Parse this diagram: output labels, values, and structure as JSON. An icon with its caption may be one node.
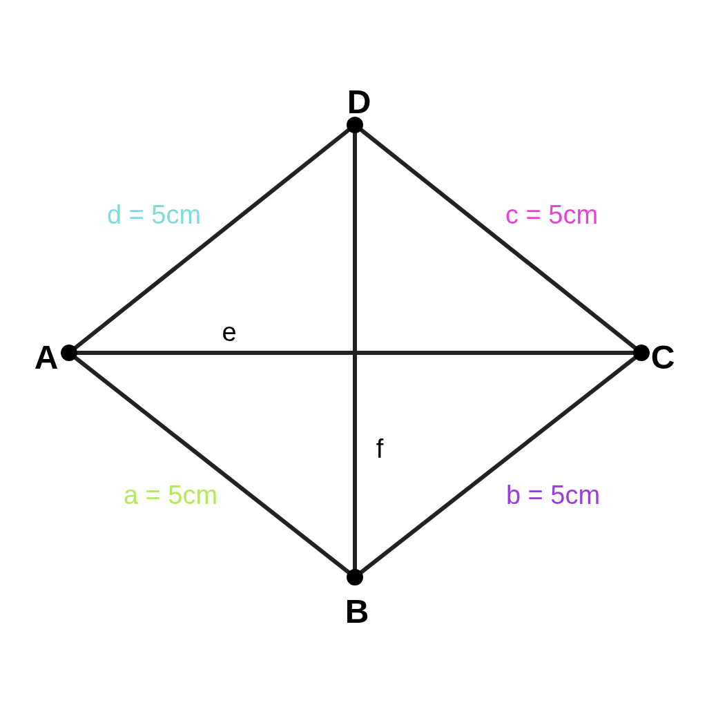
{
  "diagram": {
    "nodes": [
      {
        "text": [],
        "shape": "circle",
        "beside": [
          "D"
        ]
      },
      {
        "text": [],
        "shape": "circle",
        "beside": [
          "A"
        ]
      },
      {
        "text": [],
        "shape": "circle",
        "beside": [
          "C"
        ]
      },
      {
        "text": [],
        "shape": "circle",
        "beside": [
          "B"
        ]
      }
    ],
    "edges": [
      {
        "from": 0,
        "to": 1,
        "arrow": "none",
        "label": "d = 5cm"
      },
      {
        "from": 0,
        "to": 2,
        "arrow": "none",
        "label": "c = 5cm"
      },
      {
        "from": 1,
        "to": 2,
        "arrow": "none",
        "label": "e"
      },
      {
        "from": 0,
        "to": 3,
        "arrow": "none",
        "label": "f"
      },
      {
        "from": 1,
        "to": 3,
        "arrow": "none",
        "label": "a = 5cm"
      },
      {
        "from": 3,
        "to": 2,
        "arrow": "none",
        "label": "b = 5cm"
      }
    ]
  }
}
